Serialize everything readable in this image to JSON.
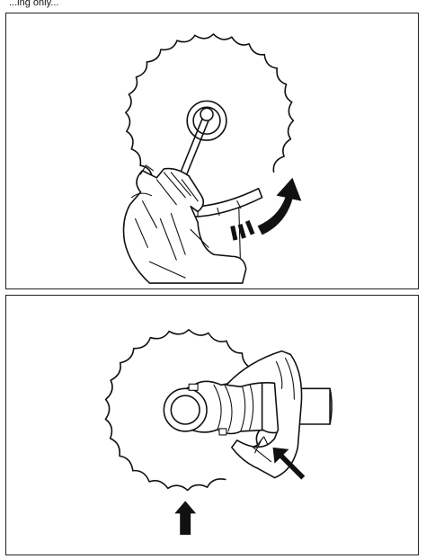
{
  "caption": "...ing only...",
  "panels": [
    {
      "id": "panel-top",
      "figure": "blade-removal-wrench-rotate"
    },
    {
      "id": "panel-bottom",
      "figure": "blade-guard-direction"
    }
  ],
  "colors": {
    "ink": "#111111",
    "paper": "#ffffff",
    "frame": "#222222"
  }
}
